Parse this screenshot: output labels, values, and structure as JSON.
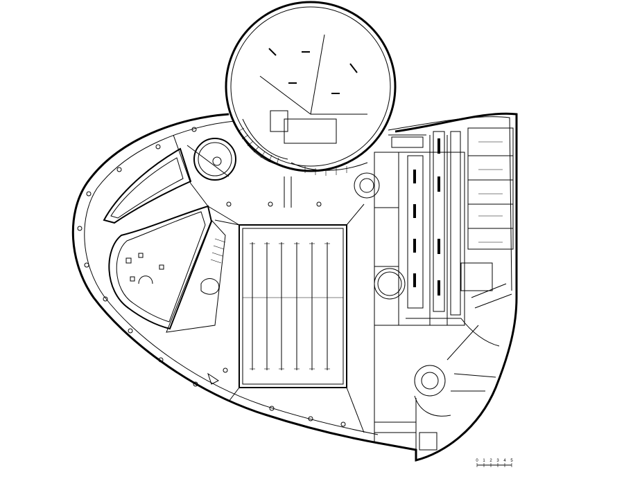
{
  "drawing": {
    "type": "architectural floor plan",
    "background_color": "#ffffff",
    "line_color": "#000000"
  },
  "scale_bar": {
    "labels": [
      "0",
      "1",
      "2",
      "3",
      "4",
      "5"
    ]
  }
}
